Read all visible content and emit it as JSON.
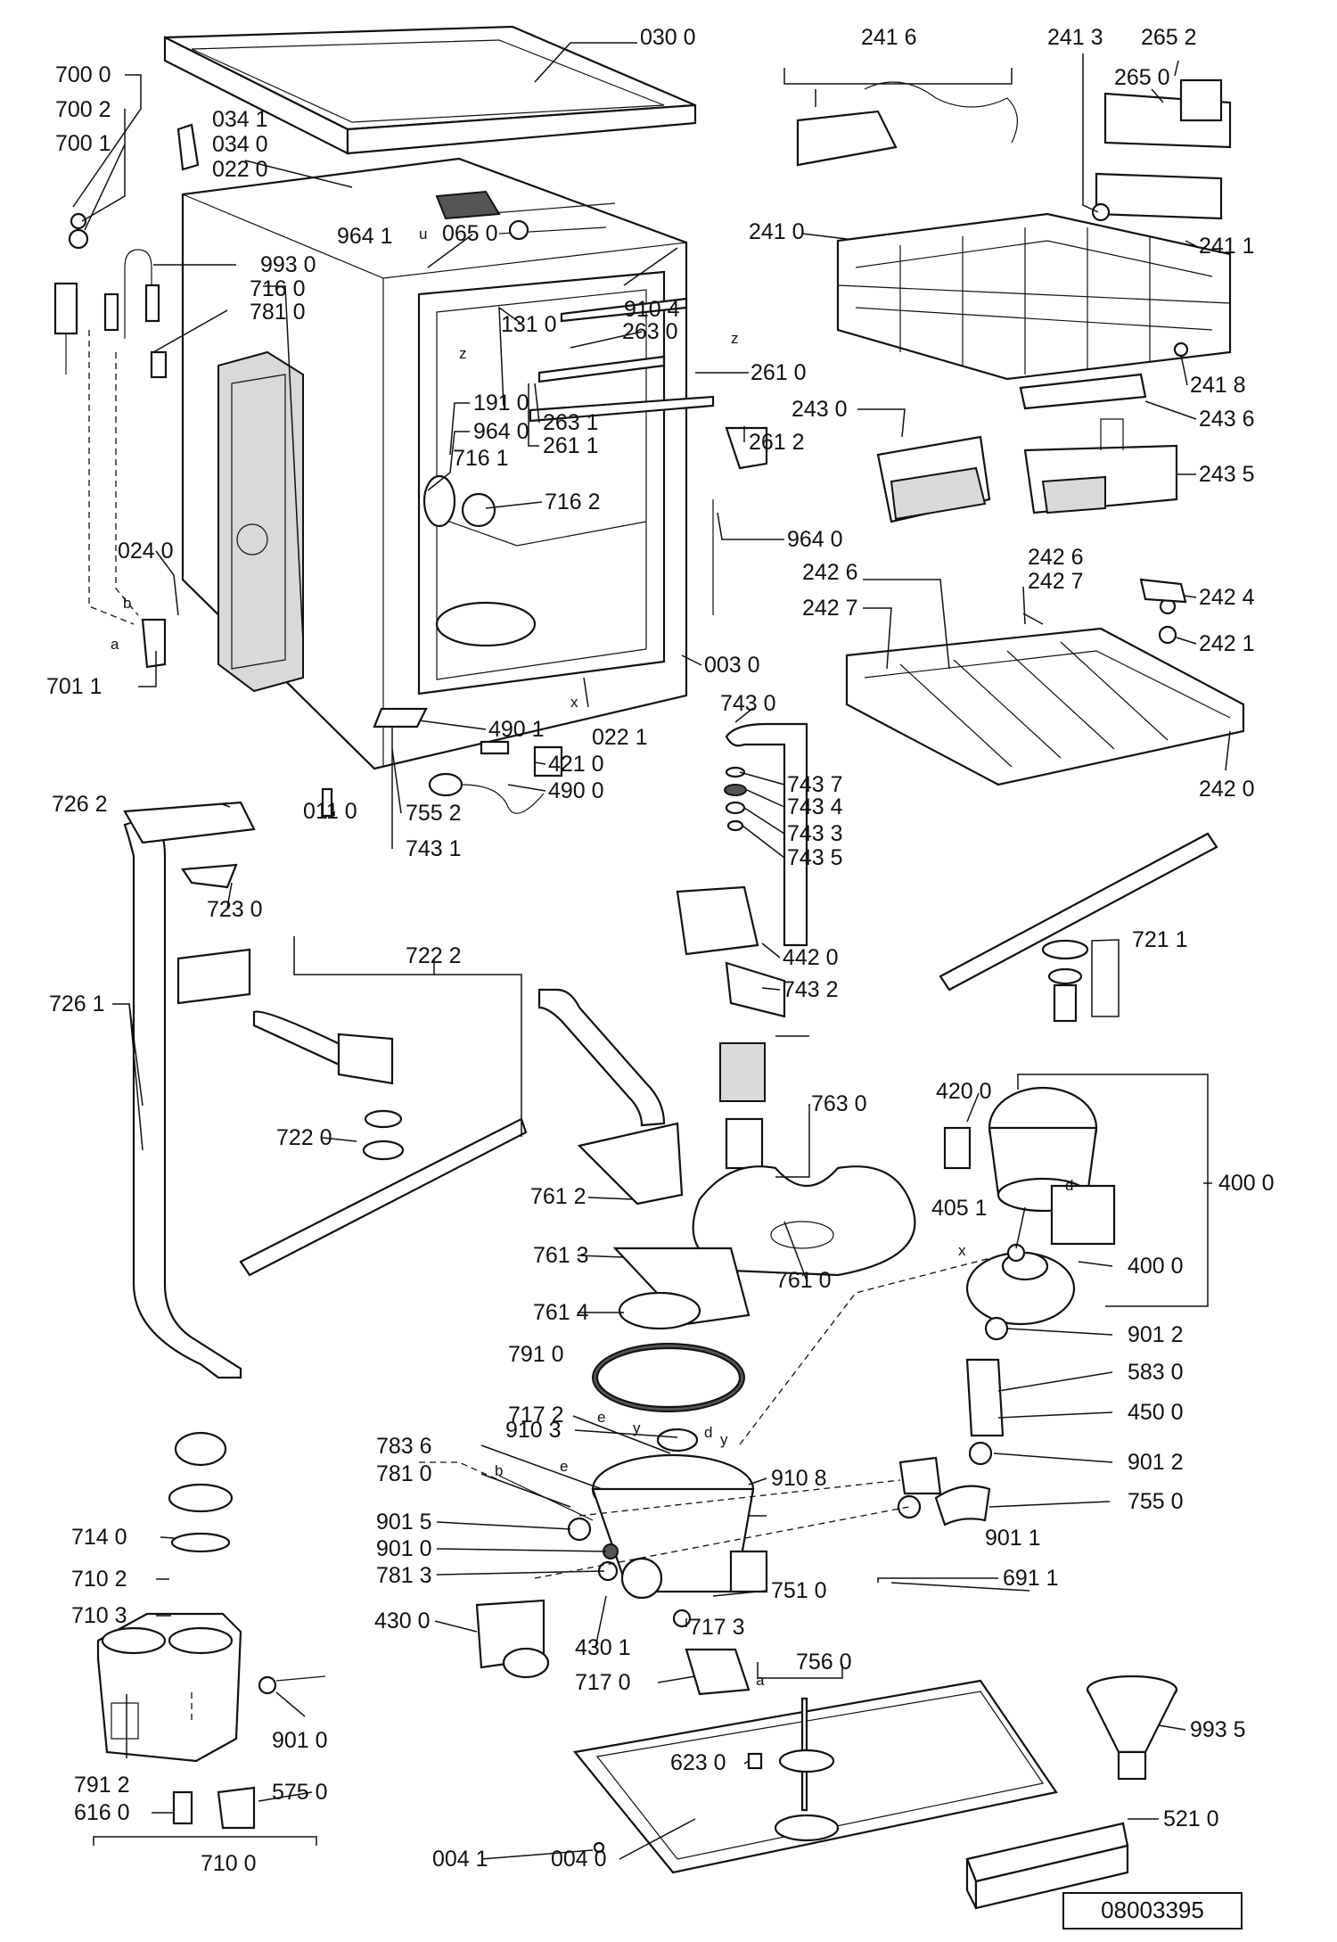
{
  "document_number": "08003395",
  "assembly_letters": [
    "u",
    "z",
    "z",
    "x",
    "b",
    "a",
    "d",
    "x",
    "d",
    "e",
    "b",
    "e",
    "a",
    "y",
    "y"
  ],
  "part_labels": [
    "030 0",
    "700 0",
    "700 2",
    "700 1",
    "034 1",
    "034 0",
    "022 0",
    "964 1",
    "065 0",
    "993 0",
    "716 0",
    "781 0",
    "910 4",
    "131 0",
    "263 0",
    "261 0",
    "263 1",
    "261 1",
    "261 2",
    "191 0",
    "964 0",
    "716 1",
    "716 2",
    "964 0",
    "024 0",
    "701 1",
    "003 0",
    "022 1",
    "490 1",
    "421 0",
    "490 0",
    "011 0",
    "755 2",
    "743 1",
    "743 0",
    "743 7",
    "743 4",
    "743 3",
    "743 5",
    "241 6",
    "241 3",
    "265 2",
    "265 0",
    "241 0",
    "241 1",
    "241 8",
    "243 6",
    "243 0",
    "243 5",
    "242 6",
    "242 7",
    "242 6",
    "242 7",
    "242 4",
    "242 1",
    "242 0",
    "726 2",
    "723 0",
    "722 2",
    "726 1",
    "722 0",
    "442 0",
    "743 2",
    "721 1",
    "763 0",
    "420 0",
    "400 0",
    "761 2",
    "405 1",
    "400 0",
    "761 3",
    "761 4",
    "761 0",
    "791 0",
    "901 2",
    "583 0",
    "450 0",
    "717 2",
    "910 3",
    "910 8",
    "901 2",
    "783 6",
    "781 0",
    "755 0",
    "901 5",
    "901 0",
    "901 1",
    "781 3",
    "714 0",
    "710 2",
    "751 0",
    "691 1",
    "710 3",
    "430 0",
    "717 3",
    "430 1",
    "756 0",
    "717 0",
    "901 0",
    "791 2",
    "575 0",
    "616 0",
    "623 0",
    "993 5",
    "710 0",
    "004 1",
    "004 0",
    "521 0"
  ]
}
